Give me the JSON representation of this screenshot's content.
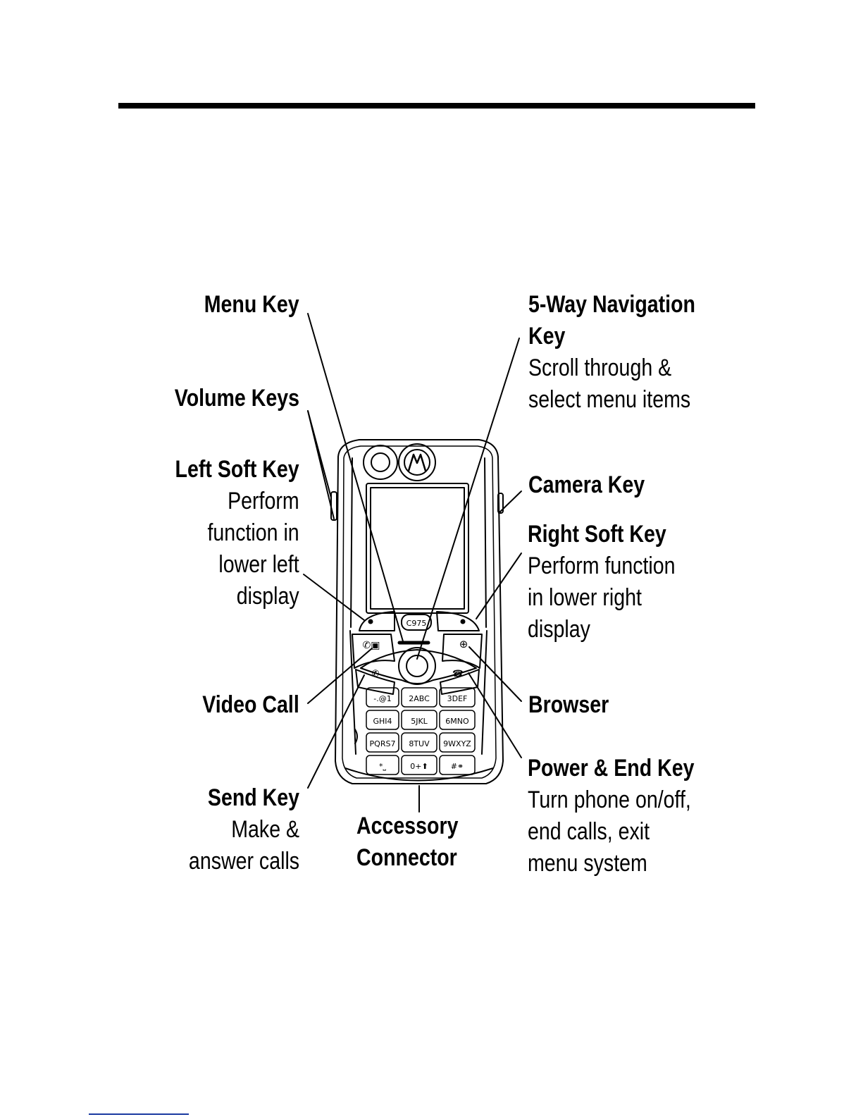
{
  "labels": {
    "menu_key": {
      "title": "Menu Key",
      "desc": ""
    },
    "volume_keys": {
      "title": "Volume Keys",
      "desc": ""
    },
    "left_soft_key": {
      "title": "Left Soft Key",
      "desc": "Perform\nfunction in\nlower left\ndisplay"
    },
    "video_call": {
      "title": "Video Call",
      "desc": ""
    },
    "send_key": {
      "title": "Send Key",
      "desc": "Make &\nanswer calls"
    },
    "accessory_connector": {
      "title": "Accessory\nConnector",
      "desc": ""
    },
    "nav_key": {
      "title": "5-Way Navigation\nKey",
      "desc": "Scroll through &\nselect menu items"
    },
    "camera_key": {
      "title": "Camera Key",
      "desc": ""
    },
    "right_soft_key": {
      "title": "Right Soft Key",
      "desc": "Perform function\nin lower right\ndisplay"
    },
    "browser": {
      "title": "Browser",
      "desc": ""
    },
    "power_end_key": {
      "title": "Power & End Key",
      "desc": "Turn phone on/off,\nend calls, exit\nmenu system"
    }
  },
  "phone": {
    "model_label": "C975",
    "keypad": [
      [
        "-.@1",
        "2ABC",
        "3DEF"
      ],
      [
        "GHI4",
        "5JKL",
        "6MNO"
      ],
      [
        "PQRS7",
        "8TUV",
        "9WXYZ"
      ],
      [
        "*⎵",
        "0+⬆",
        "#⚭"
      ]
    ]
  }
}
